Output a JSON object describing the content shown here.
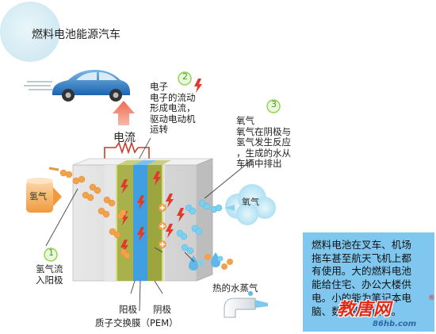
{
  "title": "燃料电池能源汽车",
  "steps": [
    {
      "number": "1",
      "text": "氢气流\n入阳极"
    },
    {
      "number": "2",
      "text": "电子\n电子的流动\n形成电流，\n驱动电动机\n运转"
    },
    {
      "number": "3",
      "text": "氧气\n氧气在阴极与\n氢气发生反应\n，生成的水从\n车辆中排出"
    }
  ],
  "current_label": "电流",
  "hydrogen_label": "氢气",
  "oxygen_label": "氧气",
  "steam_label": "热的水蒸气",
  "anode_label": "阳极",
  "cathode_label": "阴极",
  "membrane_label": "质子交换膜（PEM）",
  "info_text": "燃料电池在叉车、机场\n拖车甚至航天飞机上都\n有使用。大的燃料电池\n能给住宅、办公大楼供\n电。小的能为笔记本电\n脑、数码相机供电。",
  "watermark": {
    "text": "教唐网",
    "url": "86hb.com",
    "reg": "®"
  },
  "colors": {
    "accent_green": "#6cbf3b",
    "step_circle": "#8fd14f",
    "info_box": "#7fc7ee",
    "current_arrow": "#f2826d",
    "anode": "#a8b14a",
    "membrane": "#3f9fe0",
    "hydrogen_particle": "#f2a14d",
    "oxygen_particle": "#7ad0ef",
    "title_circle": "#dff0f6"
  }
}
